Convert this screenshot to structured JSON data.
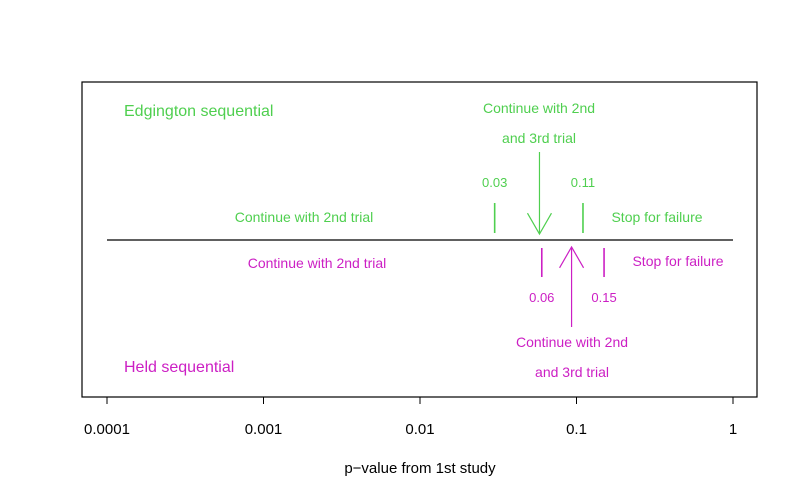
{
  "chart_data": {
    "type": "annotated-axis",
    "xlabel": "p−value from 1st study",
    "x_scale": "log",
    "xlim": [
      0.0001,
      1
    ],
    "ticks": [
      {
        "value": 0.0001,
        "label": "0.0001"
      },
      {
        "value": 0.001,
        "label": "0.001"
      },
      {
        "value": 0.01,
        "label": "0.01"
      },
      {
        "value": 0.1,
        "label": "0.1"
      },
      {
        "value": 1,
        "label": "1"
      }
    ],
    "panels": [
      {
        "name": "Edgington sequential",
        "color": "#4fcf4f",
        "side": "above",
        "thresholds": [
          {
            "value": 0.03,
            "label": "0.03"
          },
          {
            "value": 0.11,
            "label": "0.11"
          }
        ],
        "arrow_at": 0.058,
        "left_label": "Continue with 2nd trial",
        "right_label": "Stop for failure",
        "middle_label_lines": [
          "Continue with 2nd",
          "and 3rd trial"
        ]
      },
      {
        "name": "Held sequential",
        "color": "#cc1fc4",
        "side": "below",
        "thresholds": [
          {
            "value": 0.06,
            "label": "0.06"
          },
          {
            "value": 0.15,
            "label": "0.15"
          }
        ],
        "arrow_at": 0.093,
        "left_label": "Continue with 2nd trial",
        "right_label": "Stop for failure",
        "middle_label_lines": [
          "Continue with 2nd",
          "and 3rd trial"
        ]
      }
    ]
  }
}
